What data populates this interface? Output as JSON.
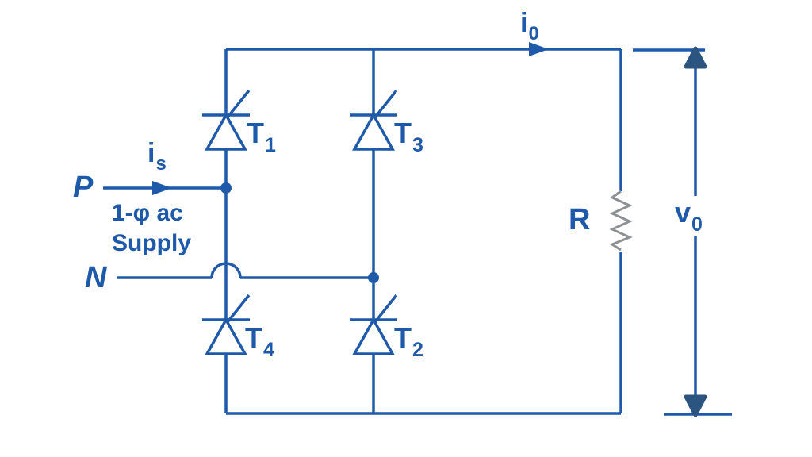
{
  "diagram": {
    "type": "single-phase full-wave thyristor bridge rectifier circuit",
    "colors": {
      "wire_blue": "#1e5aa9",
      "arrowhead_navy": "#2b5480",
      "resistor_gray": "#8e9194",
      "background": "#ffffff"
    },
    "terminals": {
      "positive": "P",
      "negative": "N"
    },
    "supply": {
      "line1": "1-φ ac",
      "line2": "Supply"
    },
    "currents": {
      "source": {
        "base": "i",
        "sub": "s"
      },
      "output": {
        "base": "i",
        "sub": "0"
      }
    },
    "voltage": {
      "output": {
        "base": "v",
        "sub": "0"
      }
    },
    "load": {
      "label": "R"
    },
    "thyristors": {
      "t1": {
        "base": "T",
        "sub": "1"
      },
      "t2": {
        "base": "T",
        "sub": "2"
      },
      "t3": {
        "base": "T",
        "sub": "3"
      },
      "t4": {
        "base": "T",
        "sub": "4"
      }
    }
  }
}
